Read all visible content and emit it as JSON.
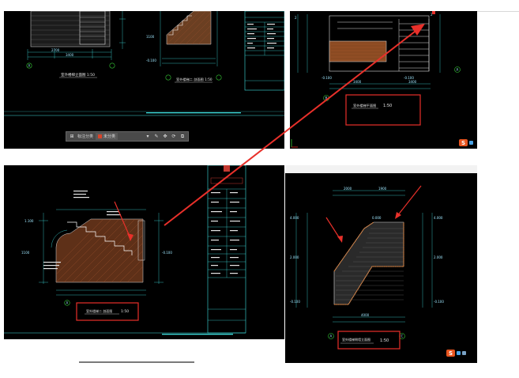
{
  "toolbar": {
    "grid_icon": "grid-icon",
    "mode_label": "标注分类",
    "category_label": "未分类",
    "category_color": "#d9442a",
    "chevron": "▾",
    "edit_icon": "✎",
    "move_icon": "✥",
    "rotate_icon": "⟳",
    "copy_icon": "⧉"
  },
  "drawings": {
    "top_left": {
      "elevation_title": "室外楼梯立面图 1:50",
      "section_title": "室外楼梯二 剖面图 1:50",
      "axis_a": "A",
      "axis_b": "B"
    },
    "top_right": {
      "plan_title": "室外楼梯平面图",
      "scale": "1:50",
      "axis_a": "A",
      "axis_b": "B"
    },
    "bottom_left": {
      "section_title": "室外楼梯二 剖面图",
      "scale": "1:50",
      "axis_a": "A"
    },
    "bottom_right": {
      "section_title": "室外楼梯侧墙立面图",
      "scale": "1:50",
      "axis_a": "A",
      "axis_c": "C"
    }
  },
  "annotation": {
    "arrow_color": "#e8302a",
    "box_color": "#e8302a"
  },
  "watermark": {
    "letter": "S",
    "brand_color": "#e8541e"
  },
  "colors": {
    "background": "#000000",
    "cad_line": "#ffffff",
    "dim_line": "#3fe0e0",
    "hatch": "#a0522d",
    "green": "#35c935"
  }
}
